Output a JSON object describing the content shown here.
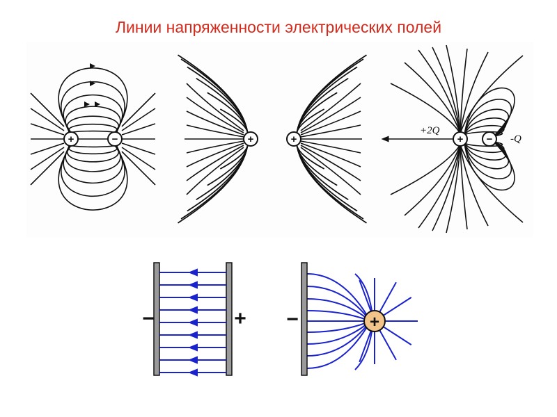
{
  "title": "Линии напряженности электрических полей",
  "colors": {
    "title": "#d42a1c",
    "field_lines_top": "#111111",
    "field_lines_bottom": "#1a22cc",
    "plate": "#9a9a9a",
    "charge_fill": "#f2c48a"
  },
  "diagrams": {
    "dipole": {
      "left_sign": "+",
      "right_sign": "−"
    },
    "like_charges": {
      "left_sign": "+",
      "right_sign": "+"
    },
    "unequal_dipole": {
      "left_sign": "+",
      "right_sign": "−",
      "left_label": "+2Q",
      "right_label": "-Q"
    },
    "capacitor": {
      "left_sign": "−",
      "right_sign": "+"
    },
    "charge_near_plate": {
      "plate_sign": "−",
      "charge_sign": "+"
    }
  }
}
